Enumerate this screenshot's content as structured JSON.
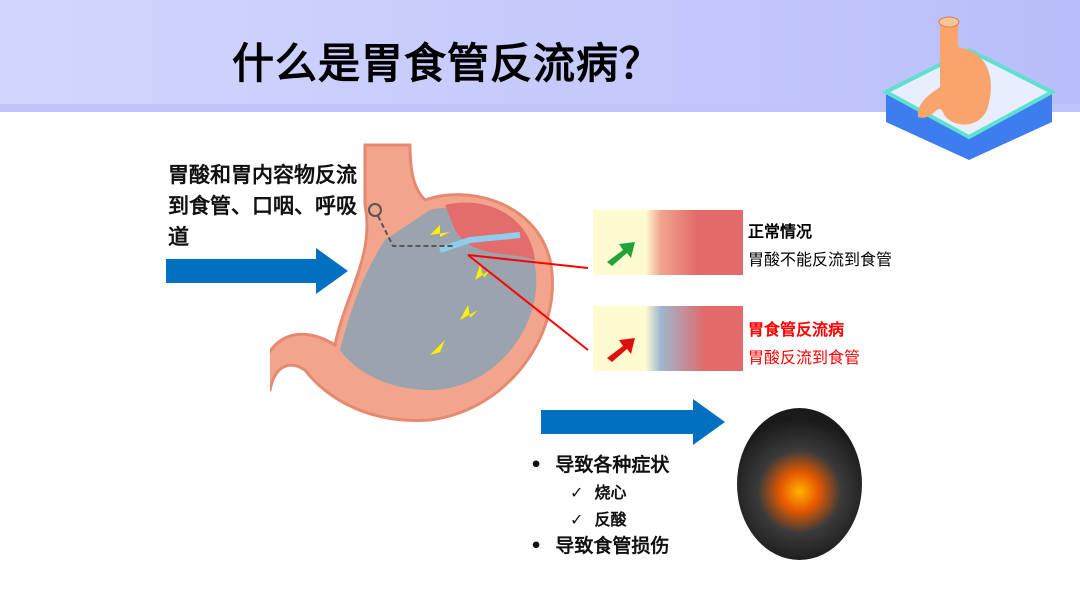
{
  "title": "什么是胃食管反流病？",
  "left_text": "胃酸和胃内容物反流到食管、口咽、呼吸道",
  "panels": [
    {
      "title": "正常情况",
      "subtitle": "胃酸不能反流到食管",
      "color": "#000000"
    },
    {
      "title": "胃食管反流病",
      "subtitle": "胃酸反流到食管",
      "color": "#ff0000"
    }
  ],
  "bullets": [
    {
      "marker": "•",
      "text": "导致各种症状"
    },
    {
      "marker": "✓",
      "text": "烧心"
    },
    {
      "marker": "✓",
      "text": "反酸"
    },
    {
      "marker": "•",
      "text": "导致食管损伤"
    }
  ],
  "colors": {
    "arrow": "#0070c0",
    "header": "#c8ccfb",
    "alert": "#ff0000"
  }
}
